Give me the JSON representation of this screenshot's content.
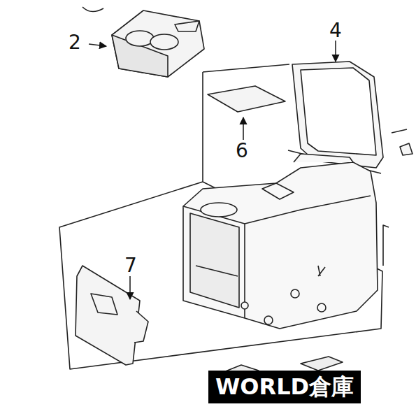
{
  "diagram": {
    "labels": [
      "2",
      "4",
      "6",
      "7",
      "WORLD倉庫"
    ]
  }
}
